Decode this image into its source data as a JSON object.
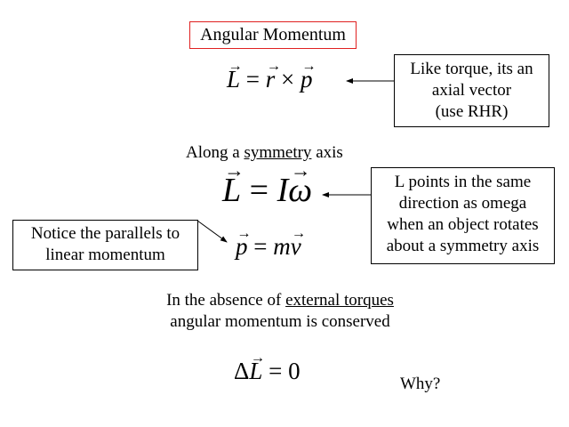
{
  "title": "Angular Momentum",
  "eq1": {
    "L": "L",
    "eq": " = ",
    "r": "r",
    "x": " × ",
    "p": "p"
  },
  "note1": [
    "Like torque, its an",
    "axial vector",
    "(use RHR)"
  ],
  "symmetry": {
    "pre": "Along a ",
    "link": "symmetry",
    "post": " axis"
  },
  "eq2": {
    "L": "L",
    "eq": " = ",
    "I": "I",
    "w": "ω"
  },
  "note2": [
    "L points in the same",
    "direction as omega",
    "when an object rotates",
    "about a symmetry axis"
  ],
  "note3": [
    "Notice the parallels to",
    "linear momentum"
  ],
  "eq3": {
    "p": "p",
    "eq": " = ",
    "m": "m",
    "v": "v"
  },
  "conservation": {
    "pre": "In the absence of ",
    "link": "external torques",
    "line2": "angular momentum is conserved"
  },
  "eq4": {
    "d": "Δ",
    "L": "L",
    "eq": " = 0"
  },
  "why": "Why?",
  "colors": {
    "title_border": "#e02020"
  }
}
